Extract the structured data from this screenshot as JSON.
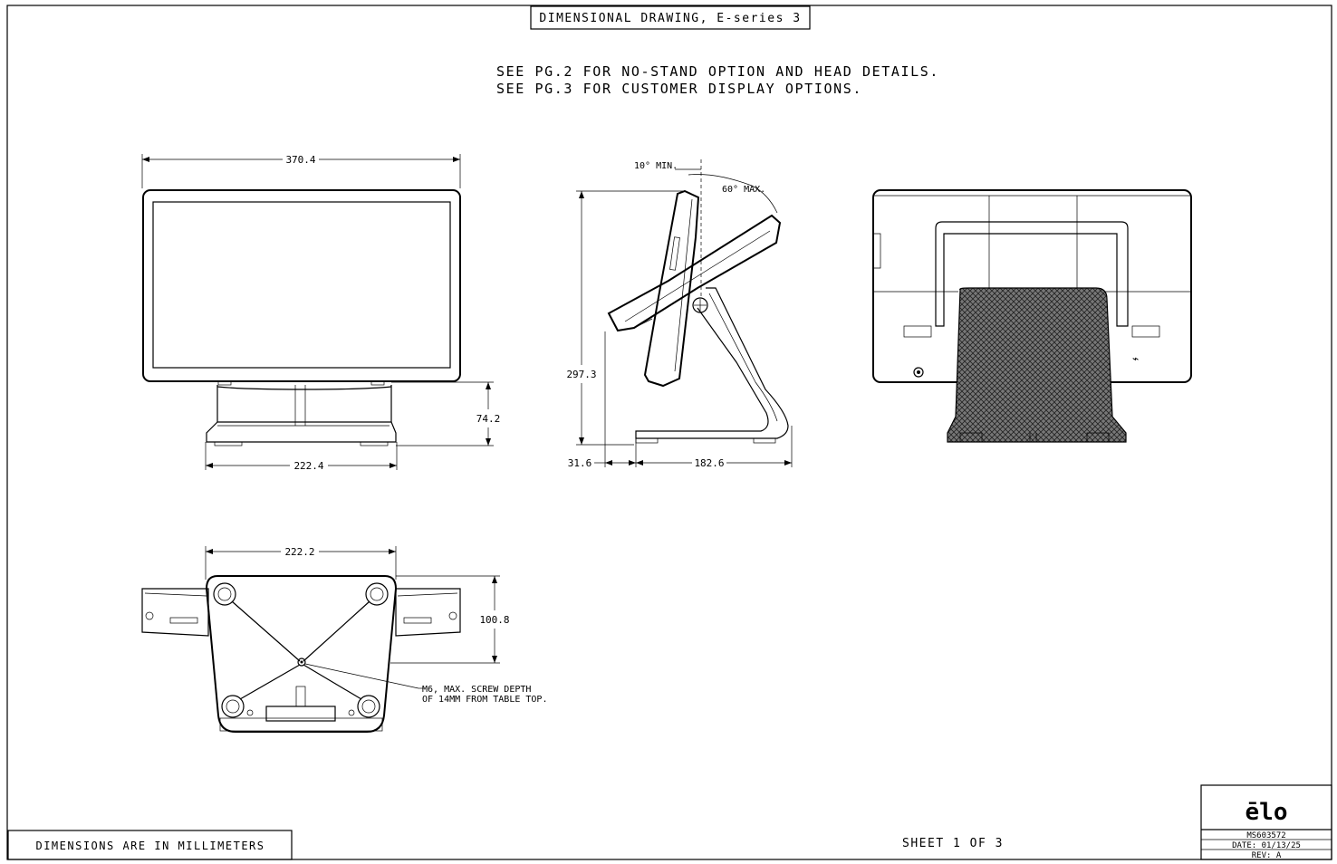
{
  "title": "DIMENSIONAL DRAWING, E-series 3",
  "notes": [
    "SEE PG.2 FOR NO-STAND OPTION AND HEAD DETAILS.",
    "SEE PG.3 FOR CUSTOMER DISPLAY OPTIONS."
  ],
  "front_view": {
    "width_label": "370.4",
    "base_height_label": "74.2",
    "base_width_label": "222.4"
  },
  "side_view": {
    "min_tilt_label": "10° MIN.",
    "max_tilt_label": "60° MAX.",
    "height_label": "297.3",
    "front_offset_label": "31.6",
    "depth_label": "182.6"
  },
  "bottom_view": {
    "base_width_label": "222.2",
    "base_depth_label": "100.8",
    "screw_note_line1": "M6, MAX. SCREW DEPTH",
    "screw_note_line2": "OF 14MM FROM TABLE TOP."
  },
  "units_note": "DIMENSIONS ARE IN MILLIMETERS",
  "sheet_label": "SHEET 1 OF 3",
  "title_block": {
    "logo": "ēlo",
    "part_number": "MS603572",
    "date": "DATE: 01/13/25",
    "rev": "REV: A"
  }
}
